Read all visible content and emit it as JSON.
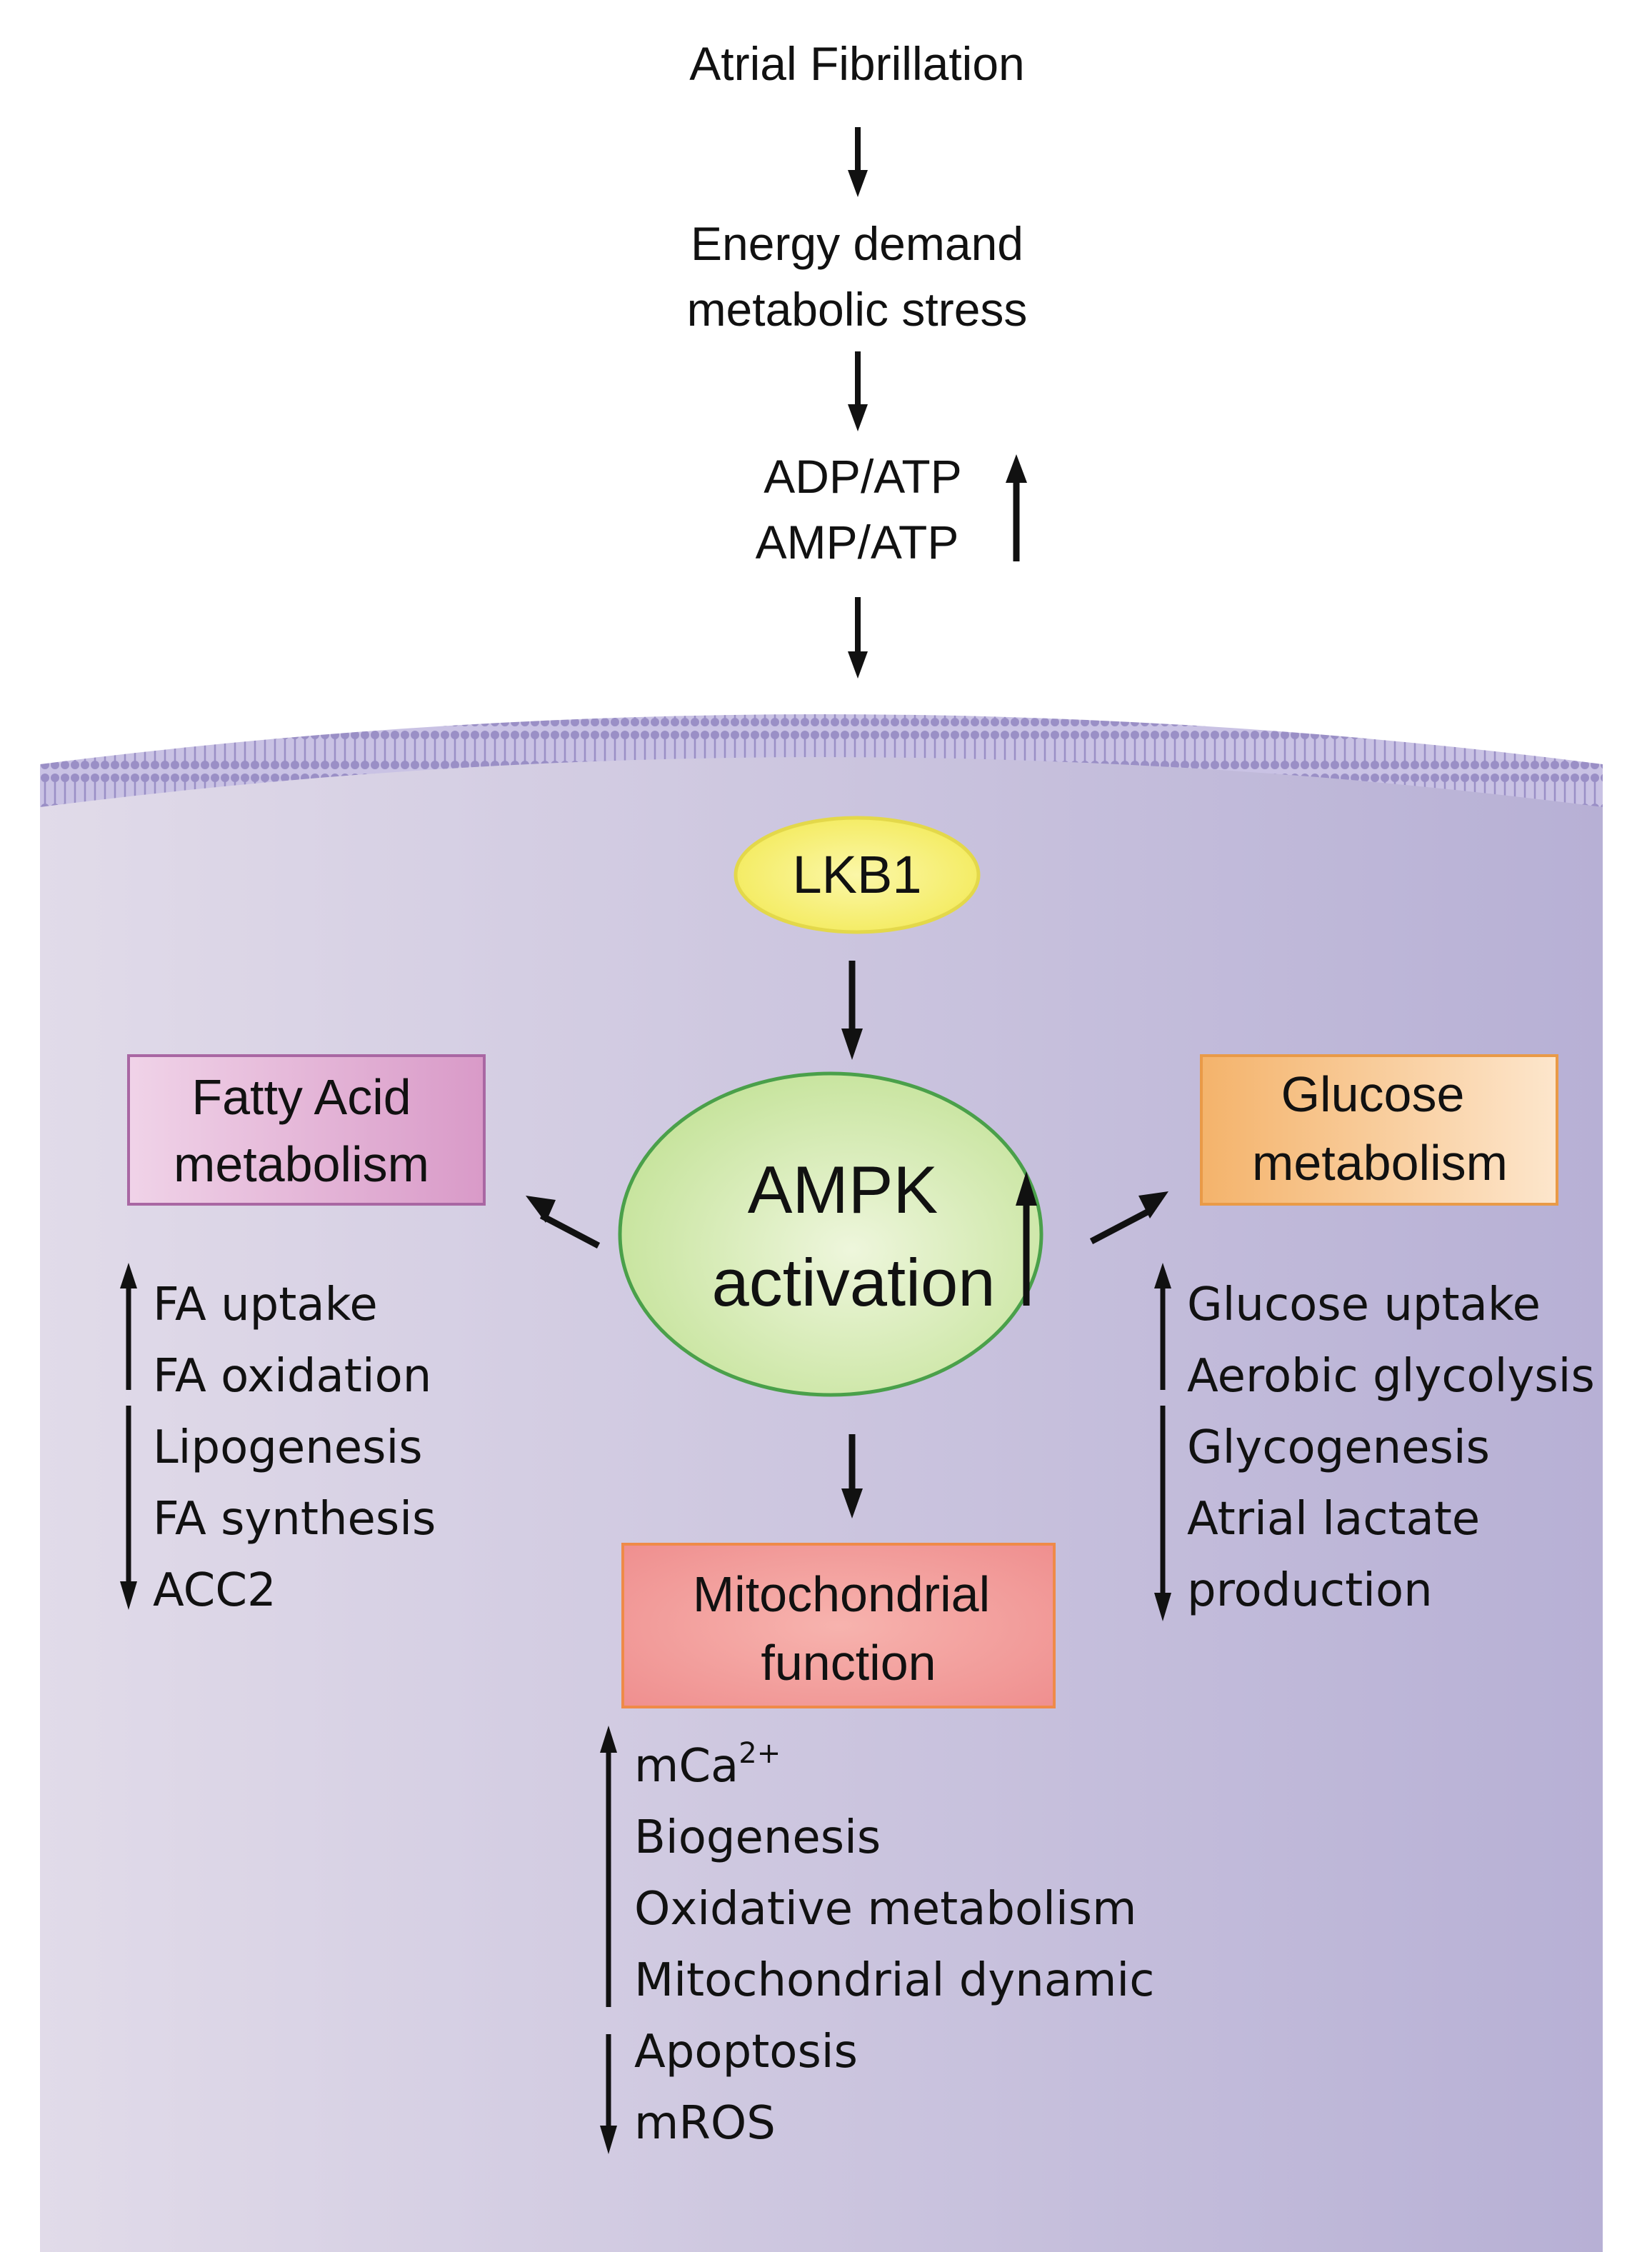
{
  "flow": {
    "trigger": "Atrial Fibrillation",
    "stress_line1": "Energy demand",
    "stress_line2": "metabolic stress",
    "ratio_line1": "ADP/ATP",
    "ratio_line2": "AMP/ATP"
  },
  "nodes": {
    "lkb1": "LKB1",
    "ampk_line1": "AMPK",
    "ampk_line2": "activation",
    "fatty_line1": "Fatty Acid",
    "fatty_line2": "metabolism",
    "glucose_line1": "Glucose",
    "glucose_line2": "metabolism",
    "mito_line1": "Mitochondrial",
    "mito_line2": "function"
  },
  "fatty_acid_effects": {
    "up": [
      "FA uptake",
      "FA oxidation"
    ],
    "down": [
      "Lipogenesis",
      "FA synthesis",
      "ACC2"
    ]
  },
  "glucose_effects": {
    "up": [
      "Glucose uptake",
      "Aerobic glycolysis"
    ],
    "down": [
      "Glycogenesis",
      "Atrial lactate",
      "production"
    ]
  },
  "mito_effects": {
    "up_first_base": "mCa",
    "up_first_sup": "2+",
    "up": [
      "Biogenesis",
      "Oxidative metabolism",
      "Mitochondrial dynamic"
    ],
    "down": [
      "Apoptosis",
      "mROS"
    ]
  },
  "colors": {
    "cell_left": "#e1dbe9",
    "cell_right": "#b7b0d5",
    "membrane": "#9a8fc6",
    "lkb1_fill": "#f7f07a",
    "lkb1_stroke": "#e3d84a",
    "ampk_fill": "#dbeebb",
    "ampk_stroke": "#4aa04a",
    "fatty_fill": "#e2b2d5",
    "fatty_stroke": "#a967a3",
    "glucose_fill": "#f6bf7c",
    "glucose_stroke": "#e99a47",
    "mito_fill": "#f39a96",
    "mito_stroke": "#ef8a48",
    "arrow": "#111111"
  }
}
